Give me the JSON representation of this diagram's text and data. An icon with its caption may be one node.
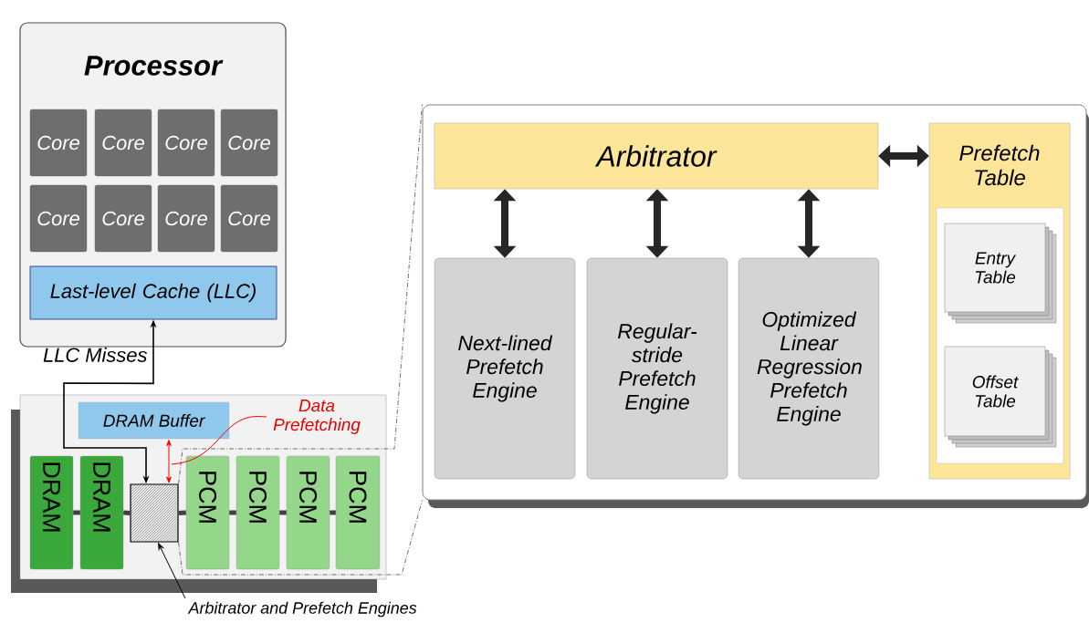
{
  "diagram": {
    "nodes": [
      {
        "text": [
          "Processor"
        ]
      },
      {
        "text": [
          "Core"
        ],
        "in": 0
      },
      {
        "text": [
          "Core"
        ],
        "in": 0
      },
      {
        "text": [
          "Core"
        ],
        "in": 0
      },
      {
        "text": [
          "Core"
        ],
        "in": 0
      },
      {
        "text": [
          "Core"
        ],
        "in": 0
      },
      {
        "text": [
          "Core"
        ],
        "in": 0
      },
      {
        "text": [
          "Core"
        ],
        "in": 0
      },
      {
        "text": [
          "Core"
        ],
        "in": 0
      },
      {
        "text": [
          "Last-level Cache (LLC)"
        ],
        "in": 0
      },
      {
        "text": [],
        "shape": "box"
      },
      {
        "text": [
          "DRAM Buffer"
        ],
        "in": 10
      },
      {
        "text": [
          "DRAM"
        ],
        "in": 10
      },
      {
        "text": [
          "DRAM"
        ],
        "in": 10
      },
      {
        "text": [],
        "shape": "box",
        "in": 10
      },
      {
        "text": [
          "PCM"
        ],
        "in": 10
      },
      {
        "text": [
          "PCM"
        ],
        "in": 10
      },
      {
        "text": [
          "PCM"
        ],
        "in": 10
      },
      {
        "text": [
          "PCM"
        ],
        "in": 10
      },
      {
        "text": [
          "Data Prefetching"
        ],
        "in": 10
      },
      {
        "text": [
          "Arbitrator and Prefetch Engines"
        ]
      },
      {
        "text": [],
        "shape": "box"
      },
      {
        "text": [
          "Arbitrator"
        ],
        "in": 21
      },
      {
        "text": [
          "Next-lined Prefetch Engine"
        ],
        "in": 21
      },
      {
        "text": [
          "Regular-stride Prefetch Engine"
        ],
        "in": 21
      },
      {
        "text": [
          "Optimized Linear Regression Prefetch Engine"
        ],
        "in": 21
      },
      {
        "text": [
          "Prefetch Table"
        ],
        "in": 21
      },
      {
        "text": [],
        "shape": "box",
        "in": 26
      },
      {
        "text": [
          "Entry Table"
        ],
        "in": 27
      },
      {
        "text": [
          "Offset Table"
        ],
        "in": 27
      }
    ],
    "edges": [
      {
        "from": 9,
        "to": 14,
        "arrow": "both",
        "label": "LLC Misses"
      },
      {
        "from": 14,
        "to": 11,
        "arrow": "both",
        "color": "#ff0000"
      },
      {
        "from": 19,
        "to": null,
        "arrow": "none",
        "color": "#ff0000"
      },
      {
        "from": 20,
        "to": 14,
        "arrow": "to"
      },
      {
        "from": 14,
        "to": 21,
        "arrow": "none",
        "style": "dashed"
      },
      {
        "from": 14,
        "to": 21,
        "arrow": "none",
        "style": "dashed"
      },
      {
        "from": 22,
        "to": 23,
        "arrow": "both"
      },
      {
        "from": 22,
        "to": 24,
        "arrow": "both"
      },
      {
        "from": 22,
        "to": 25,
        "arrow": "both"
      },
      {
        "from": 22,
        "to": 26,
        "arrow": "both"
      },
      {
        "from": 12,
        "to": 13,
        "arrow": "none"
      },
      {
        "from": 13,
        "to": 14,
        "arrow": "none"
      },
      {
        "from": 14,
        "to": 15,
        "arrow": "none"
      },
      {
        "from": 15,
        "to": 16,
        "arrow": "none"
      },
      {
        "from": 16,
        "to": 17,
        "arrow": "none"
      },
      {
        "from": 17,
        "to": 18,
        "arrow": "none"
      }
    ]
  }
}
